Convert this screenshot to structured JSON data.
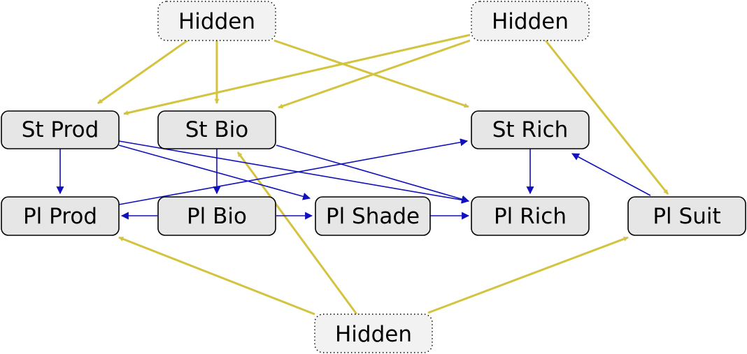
{
  "colors": {
    "latent_edge": "#d4c33e",
    "causal_edge": "#1111bb",
    "node_fill": "#e6e6e6",
    "hidden_fill": "#f2f2f2"
  },
  "nodes": {
    "hidden_top_left": "Hidden",
    "hidden_top_right": "Hidden",
    "hidden_bottom": "Hidden",
    "st_prod": "St Prod",
    "st_bio": "St Bio",
    "st_rich": "St Rich",
    "pl_prod": "Pl Prod",
    "pl_bio": "Pl Bio",
    "pl_shade": "Pl Shade",
    "pl_rich": "Pl Rich",
    "pl_suit": "Pl Suit"
  }
}
